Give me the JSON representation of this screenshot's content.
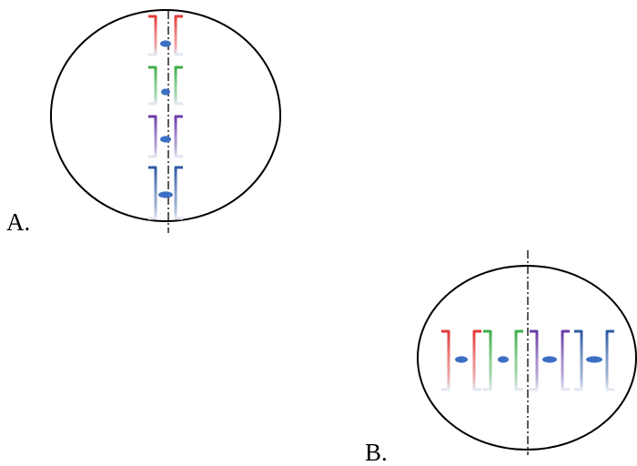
{
  "labels": {
    "a": "A.",
    "b": "B."
  },
  "colors": {
    "outline": "#000000",
    "chromosome_1": "#e23a3a",
    "chromosome_2": "#3fae4a",
    "chromosome_3": "#6a3da8",
    "chromosome_4": "#2f5aa3",
    "centromere": "#3b6fc4",
    "chromatid_fade": "#e4e8f2"
  },
  "chromosomes": [
    {
      "id": "chromosome-1",
      "color_key": "chromosome_1"
    },
    {
      "id": "chromosome-2",
      "color_key": "chromosome_2"
    },
    {
      "id": "chromosome-3",
      "color_key": "chromosome_3"
    },
    {
      "id": "chromosome-4",
      "color_key": "chromosome_4"
    }
  ]
}
